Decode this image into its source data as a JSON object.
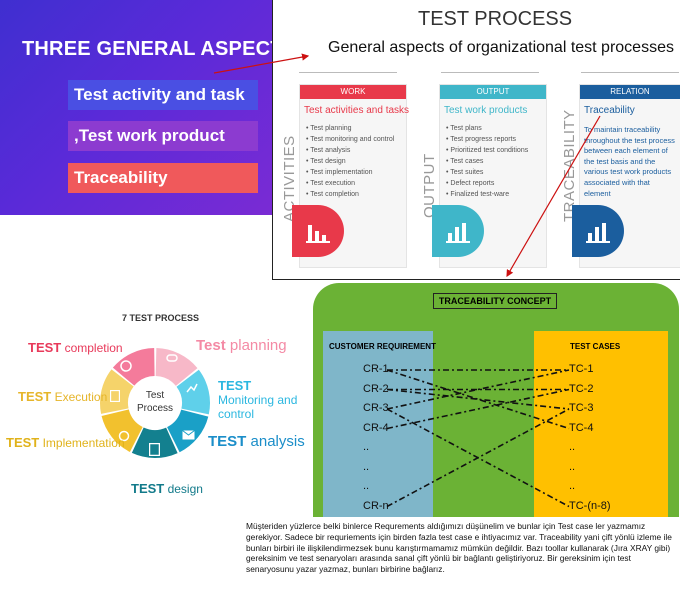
{
  "panel1": {
    "title": "THREE GENERAL ASPECTS",
    "items": [
      "Test activity and task",
      ",Test work product",
      "Traceability"
    ],
    "colors": {
      "bg": "#4a35d6",
      "item1": "#4a4fe3",
      "item2": "#8c3bd0",
      "item3": "#f0595b"
    }
  },
  "panel2": {
    "title": "TEST PROCESS",
    "subtitle": "General aspects of organizational test processes",
    "cards": [
      {
        "header": "WORK",
        "title": "Test activities and tasks",
        "side_label": "ACTIVITIES",
        "color": "#e8394a",
        "items": [
          "Test planning",
          "Test monitoring and control",
          "Test analysis",
          "Test design",
          "Test implementation",
          "Test execution",
          "Test completion"
        ]
      },
      {
        "header": "OUTPUT",
        "title": "Test work products",
        "side_label": "OUTPUT",
        "color": "#3fb6c9",
        "items": [
          "Test plans",
          "Test progress reports",
          "Prioritized test conditions",
          "Test cases",
          "Test suites",
          "Defect reports",
          "Finalized test-ware"
        ]
      },
      {
        "header": "RELATION",
        "title": "Traceability",
        "side_label": "TRACEABILITY",
        "color": "#1b5e9e",
        "text": "To maintain traceability throughout the test process between each element of the test basis and the various test work products associated with that element"
      }
    ]
  },
  "panel3": {
    "title": "7 TEST PROCESS",
    "center": "Test Process",
    "labels": [
      {
        "strong": "TEST",
        "rest": " completion",
        "color": "#e8395a"
      },
      {
        "strong": "Test",
        "rest": " planning",
        "color": "#f48aa5"
      },
      {
        "strong": "TEST",
        "rest": " Monitoring and control",
        "color": "#2bb7e0"
      },
      {
        "strong": "TEST",
        "rest": " analysis",
        "color": "#1b8ec9"
      },
      {
        "strong": "TEST",
        "rest": " design",
        "color": "#127a8a"
      },
      {
        "strong": "TEST",
        "rest": " Implementation",
        "color": "#e0b21a"
      },
      {
        "strong": "TEST",
        "rest": " Execution",
        "color": "#e6b52a"
      }
    ],
    "segment_colors": [
      "#f47b9b",
      "#f7b8c8",
      "#5fd0ea",
      "#1aa0c7",
      "#13808f",
      "#f2c12e",
      "#f5d36a"
    ]
  },
  "panel4": {
    "title": "TRACEABILITY CONCEPT",
    "left_header": "CUSTOMER REQUIREMENT",
    "right_header": "TEST CASES",
    "left_items": [
      "CR-1",
      "CR-2",
      "CR-3",
      "CR-4",
      "..",
      "..",
      "..",
      "CR-n"
    ],
    "right_items": [
      "TC-1",
      "TC-2",
      "TC-3",
      "TC-4",
      "..",
      "..",
      "..",
      "TC-(n-8)"
    ],
    "links": [
      [
        0,
        0
      ],
      [
        0,
        3
      ],
      [
        1,
        1
      ],
      [
        1,
        2
      ],
      [
        2,
        0
      ],
      [
        2,
        7
      ],
      [
        3,
        1
      ],
      [
        7,
        2
      ]
    ]
  },
  "footer": {
    "text": "Müşteriden yüzlerce belki binlerce Requrements aldığımızı düşünelim ve bunlar için Test case ler yazmamız gerekiyor. Sadece bir requriements için birden fazla test case e ihtiyacımız var. Traceability yani çift yönlü izleme ile bunları birbiri ile ilişkilendirmezsek bunu karıştırmamamız mümkün değildir. Bazı toollar kullanarak (Jıra XRAY gibi) gereksinim ve test senaryoları arasında sanal çift yönlü bir bağlantı geliştiriyoruz. Bir gereksinim için test senaryosunu yazar yazmaz, bunları birbirine bağlarız."
  }
}
